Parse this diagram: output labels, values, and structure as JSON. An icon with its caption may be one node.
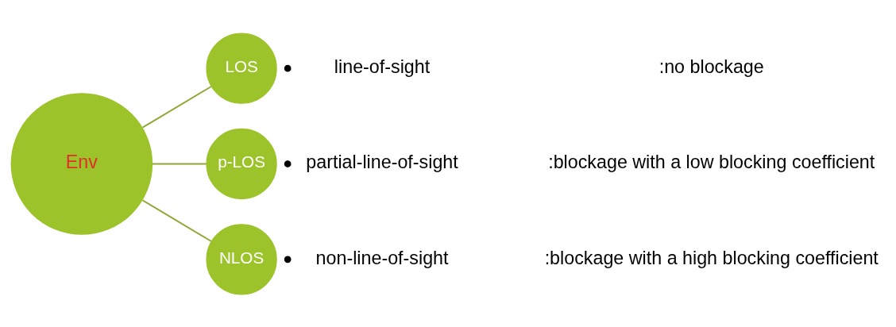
{
  "diagram": {
    "nodes": [
      {
        "text": [
          "Env"
        ]
      },
      {
        "text": [
          "LOS"
        ],
        "beside": [
          "line-of-sight"
        ]
      },
      {
        "text": [
          "p-LOS"
        ],
        "beside": [
          "partial-line-of-sight"
        ]
      },
      {
        "text": [
          "NLOS"
        ],
        "beside": [
          "non-line-of-sight"
        ]
      }
    ],
    "edges": [
      {
        "from": 0,
        "to": 1,
        "arrow": "none"
      },
      {
        "from": 0,
        "to": 2,
        "arrow": "none"
      },
      {
        "from": 0,
        "to": 3,
        "arrow": "none"
      }
    ],
    "labels": [
      ":no blockage",
      ":blockage with a low blocking coefficient",
      ":blockage with a high blocking coefficient"
    ]
  }
}
